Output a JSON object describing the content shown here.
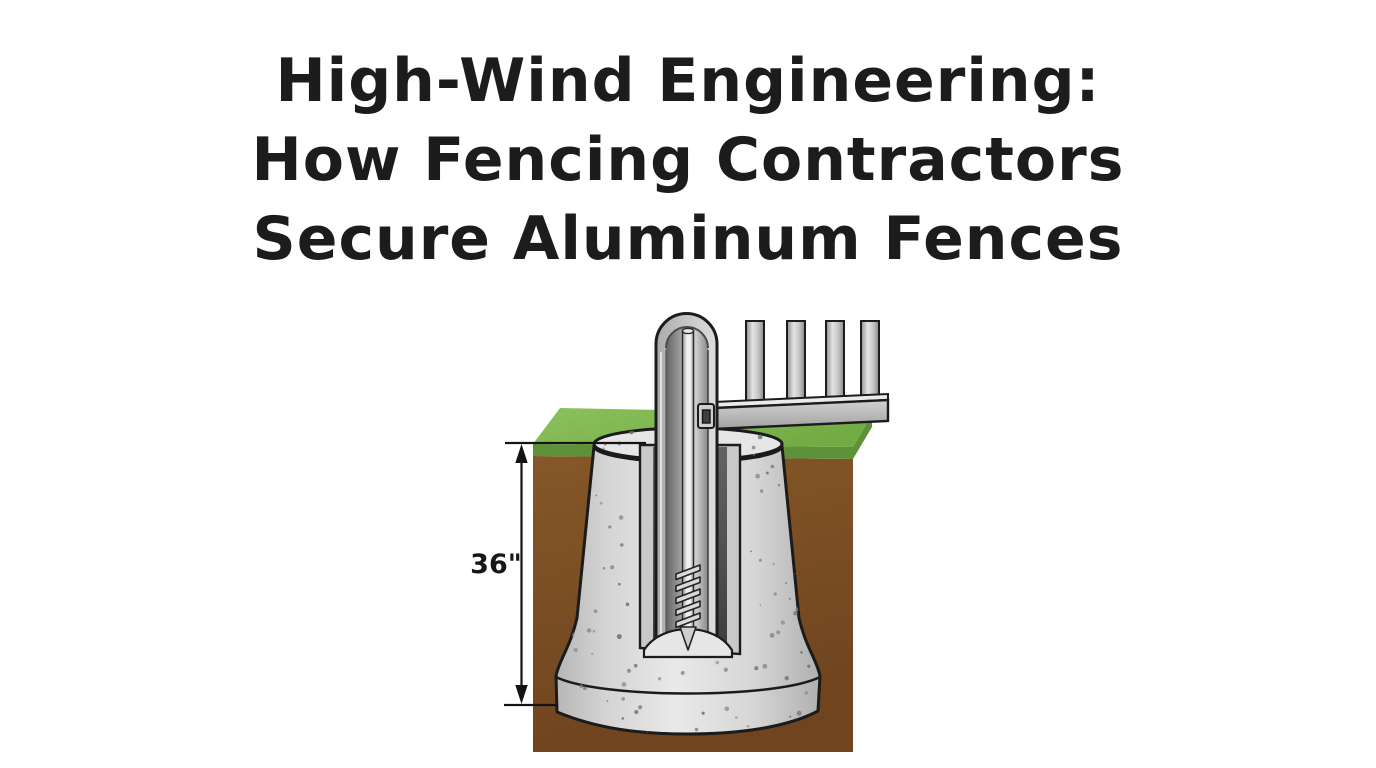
{
  "page": {
    "background": "#ffffff"
  },
  "title": {
    "line1": "High-Wind Engineering:",
    "line2": "How Fencing Contractors",
    "line3": "Secure Aluminum Fences"
  },
  "diagram": {
    "description": "Cutaway cross-section of an aluminum fence post with an internal anchor screw set in a bell-shaped concrete footing buried below grass and soil",
    "depth_label": "36\"",
    "picket_count": 4,
    "colors": {
      "title_text": "#1c1c1c",
      "grass_top": "#7db450",
      "grass_edge": "#5e9239",
      "soil_top": "#855729",
      "soil_bottom": "#6f441e",
      "concrete_top": "#e6e6e6",
      "concrete_mid": "#d9d9d9",
      "concrete_shadow": "#b2b2b2",
      "speckle": "#767676",
      "metal_light": "#ececec",
      "metal_mid": "#bdbdbd",
      "metal_dark": "#8a8a8a",
      "outline": "#1c1c1c",
      "dimension_line": "#141414"
    }
  }
}
